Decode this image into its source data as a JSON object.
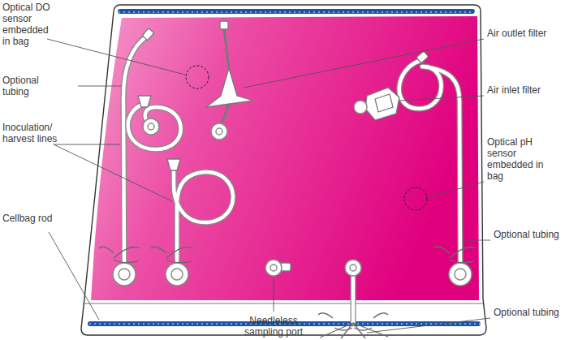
{
  "diagram": {
    "labels": [
      "Optical DO sensor embedded in bag",
      "Optional tubing",
      "Inoculation/ harvest lines",
      "Cellbag rod",
      "Needleless sampling port",
      "Air outlet filter",
      "Air inlet filter",
      "Optical pH sensor embedded in bag",
      "Optional tubing",
      "Optional tubing"
    ]
  }
}
